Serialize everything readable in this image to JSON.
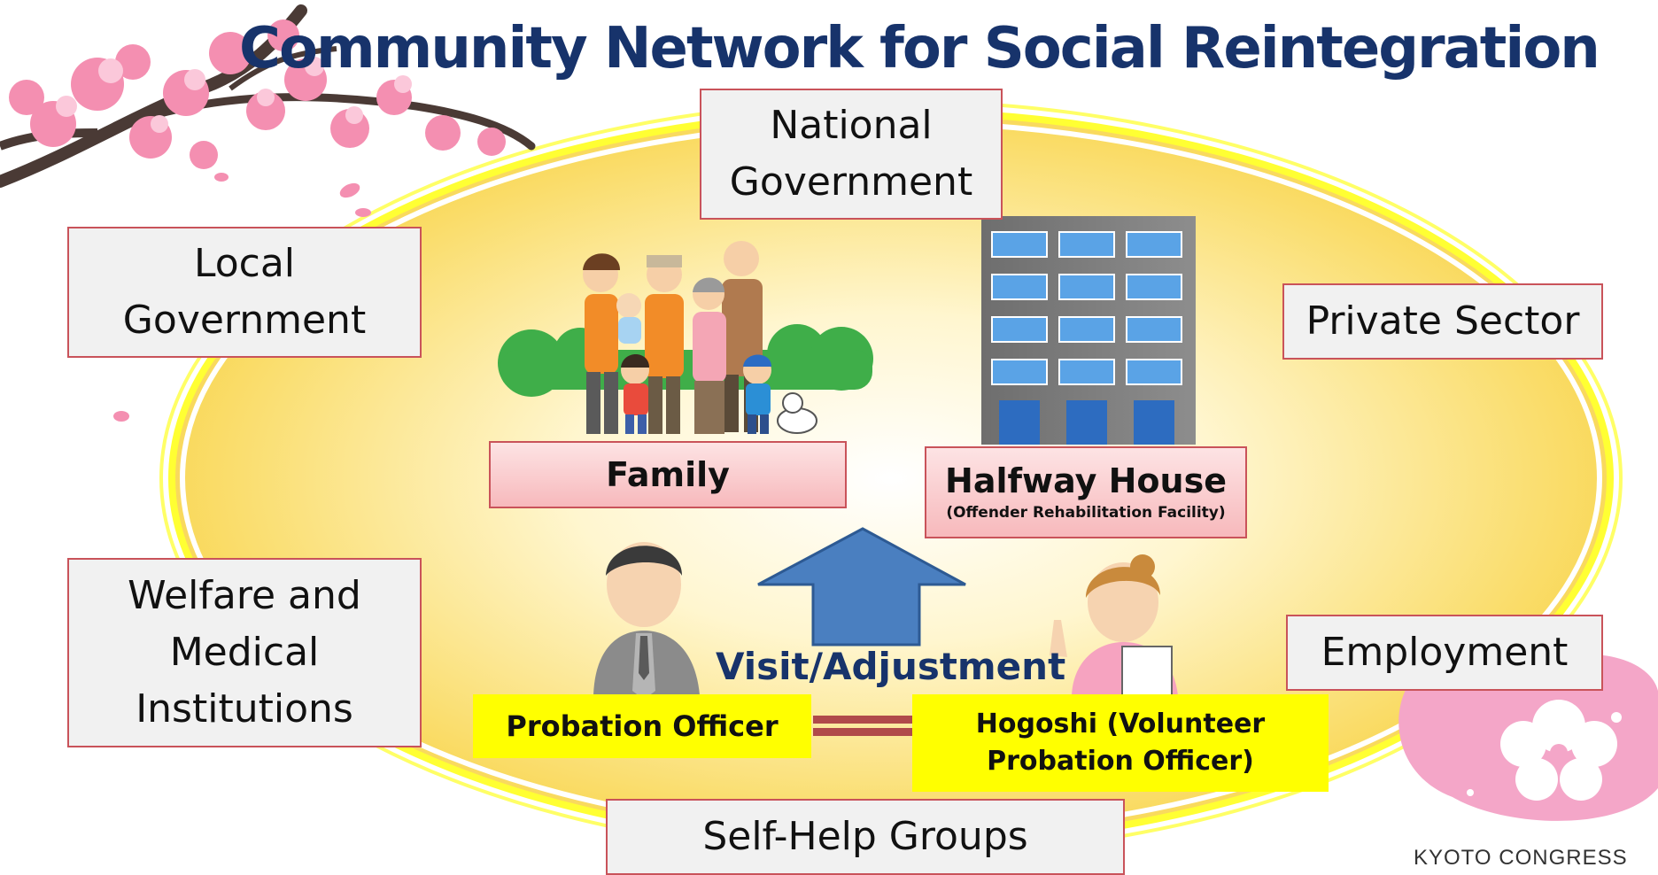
{
  "title": "Community Network for Social Reintegration",
  "nodes": {
    "national_government": [
      "National",
      "Government"
    ],
    "local_government": [
      "Local",
      "Government"
    ],
    "private_sector": "Private Sector",
    "welfare": [
      "Welfare and",
      "Medical",
      "Institutions"
    ],
    "employment": "Employment",
    "self_help": "Self-Help Groups",
    "family": "Family",
    "halfway_house": {
      "name": "Halfway House",
      "subtitle": "(Offender Rehabilitation Facility)"
    },
    "probation_officer": "Probation Officer",
    "hogoshi": [
      "Hogoshi (Volunteer",
      "Probation Officer)"
    ]
  },
  "arrow_label": "Visit/Adjustment",
  "logo_text": "KYOTO CONGRESS",
  "colors": {
    "title": "#17336b",
    "ellipse_fill": "#fbe27a",
    "ellipse_border": "#ffff33",
    "box_border": "#c9535a",
    "arrow": "#4a7fc0",
    "label_yellow": "#ffff00",
    "label_pink": "#f7b9bc"
  }
}
